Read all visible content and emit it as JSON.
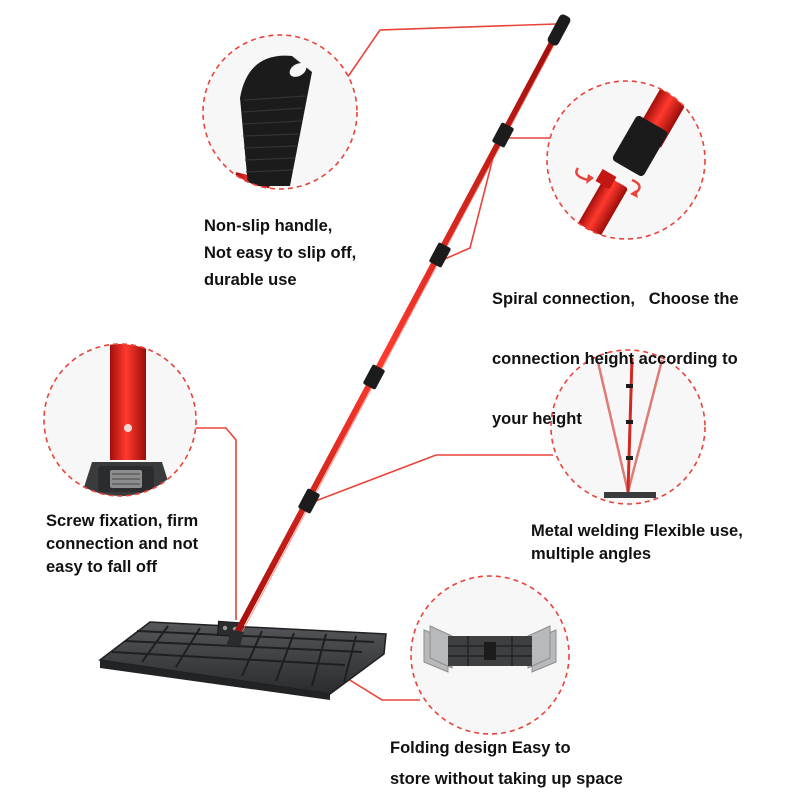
{
  "features": {
    "handle": {
      "lines": [
        "Non-slip handle,",
        "Not easy to slip off,",
        "durable use"
      ]
    },
    "spiral": {
      "lines": [
        "Spiral connection,   Choose the",
        "connection height according to",
        "your height"
      ]
    },
    "screw": {
      "lines": [
        "Screw fixation, firm",
        "connection and not",
        "easy to fall off"
      ]
    },
    "weld": {
      "lines": [
        "Metal welding Flexible use,",
        "multiple angles"
      ]
    },
    "fold": {
      "lines": [
        "Folding design Easy to",
        "store without taking up space"
      ]
    }
  },
  "colors": {
    "callout_line": "#e8443a",
    "pole_red": "#e0201c",
    "grip_black": "#1c1c1c",
    "plate_dark": "#3a3b3d",
    "text": "#111111"
  }
}
